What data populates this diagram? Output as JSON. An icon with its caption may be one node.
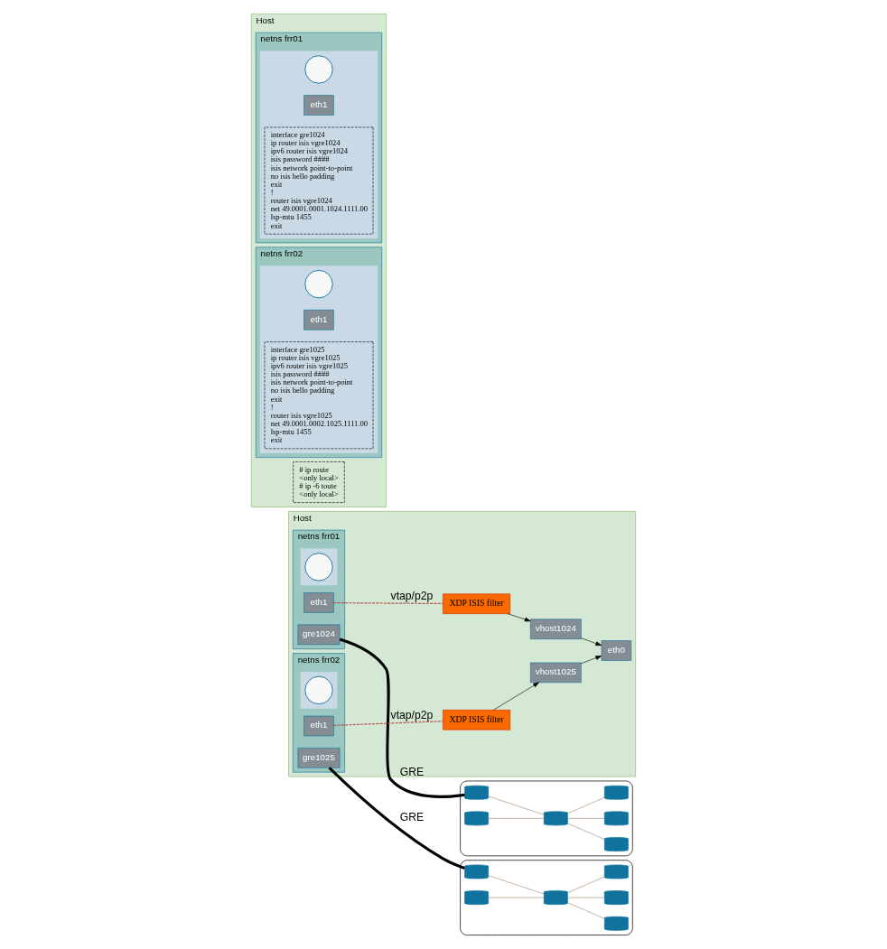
{
  "diagram": {
    "nodes": [
      {
        "text": [
          "Host"
        ]
      },
      {
        "text": [
          "netns frr01"
        ],
        "in": 0
      },
      {
        "text": [],
        "shape": "box",
        "in": 1
      },
      {
        "text": [],
        "shape": "circle",
        "in": 2
      },
      {
        "text": [
          "gre1024"
        ],
        "in": 1
      },
      {
        "text": [
          "eth1"
        ],
        "in": 1
      },
      {
        "text": [
          "XDP ISIS filter"
        ],
        "in": 0
      },
      {
        "text": [
          "vhost1024"
        ],
        "in": 0
      },
      {
        "text": [
          "eth0"
        ],
        "in": 0
      },
      {
        "text": [
          "netns frr02"
        ],
        "in": 0
      },
      {
        "text": [],
        "shape": "box",
        "in": 9
      },
      {
        "text": [],
        "shape": "circle",
        "in": 10
      },
      {
        "text": [
          "gre1025"
        ],
        "in": 9
      },
      {
        "text": [
          "eth1"
        ],
        "in": 9
      },
      {
        "text": [
          "XDP ISIS filter"
        ],
        "in": 0
      },
      {
        "text": [
          "vhost1025"
        ],
        "in": 0
      },
      {
        "text": [],
        "shape": "cloud"
      },
      {
        "text": [],
        "shape": "cylinder",
        "in": 16
      },
      {
        "text": [],
        "shape": "cylinder",
        "in": 16
      },
      {
        "text": [],
        "shape": "cylinder",
        "in": 16
      },
      {
        "text": [],
        "shape": "cylinder",
        "in": 16
      },
      {
        "text": [],
        "shape": "cylinder",
        "in": 16
      },
      {
        "text": [],
        "shape": "cylinder",
        "in": 16
      },
      {
        "text": [],
        "shape": "cloud"
      },
      {
        "text": [],
        "shape": "cylinder",
        "in": 23
      },
      {
        "text": [],
        "shape": "cylinder",
        "in": 23
      },
      {
        "text": [],
        "shape": "cylinder",
        "in": 23
      },
      {
        "text": [],
        "shape": "cylinder",
        "in": 23
      },
      {
        "text": [],
        "shape": "cylinder",
        "in": 23
      },
      {
        "text": [],
        "shape": "cylinder",
        "in": 23
      },
      {
        "text": [
          "Host"
        ]
      },
      {
        "text": [
          "netns frr01"
        ],
        "in": 30
      },
      {
        "text": [],
        "shape": "box",
        "in": 31
      },
      {
        "text": [],
        "shape": "circle",
        "in": 32
      },
      {
        "text": [
          "eth1"
        ],
        "in": 32
      },
      {
        "text": [
          "interface gre1024",
          "ip router isis vgre1024",
          "ipv6 router isis vgre1024",
          "isis password ####",
          "isis network point-to-point",
          "no isis hello padding",
          "exit",
          "!",
          "router isis vgre1024",
          "net 49.0001.0001.1024.1111.00",
          "lsp-mtu 1455",
          "exit"
        ],
        "in": 32
      },
      {
        "text": [
          "netns frr02"
        ],
        "in": 30
      },
      {
        "text": [],
        "shape": "box",
        "in": 36
      },
      {
        "text": [],
        "shape": "circle",
        "in": 37
      },
      {
        "text": [
          "eth1"
        ],
        "in": 37
      },
      {
        "text": [
          "interface gre1025",
          "ip router isis vgre1025",
          "ipv6 router isis vgre1025",
          "isis password ####",
          "isis network point-to-point",
          "no isis hello padding",
          "exit",
          "!",
          "router isis vgre1025",
          "net 49.0001.0002.1025.1111.00",
          "lsp-mtu 1455",
          "exit"
        ],
        "in": 37
      },
      {
        "text": [
          "# ip route",
          "<only local>",
          "# ip -6 toute",
          "<only local>"
        ],
        "in": 30
      }
    ],
    "edges": [
      {
        "from": 4,
        "to": 17,
        "arrow": "none",
        "label": "GRE",
        "style": "thick",
        "color": "#000000"
      },
      {
        "from": 5,
        "to": 6,
        "arrow": "none",
        "label": "vtap/p2p",
        "style": "dashed",
        "color": "#b85450"
      },
      {
        "from": 6,
        "to": 7,
        "arrow": "to",
        "color": "#000000"
      },
      {
        "from": 7,
        "to": 8,
        "arrow": "to",
        "color": "#000000"
      },
      {
        "from": 12,
        "to": 24,
        "arrow": "none",
        "label": "GRE",
        "style": "thick",
        "color": "#000000"
      },
      {
        "from": 13,
        "to": 14,
        "arrow": "none",
        "label": "vtap/p2p",
        "style": "dashed",
        "color": "#b85450"
      },
      {
        "from": 14,
        "to": 15,
        "arrow": "to",
        "color": "#000000"
      },
      {
        "from": 15,
        "to": 8,
        "arrow": "to",
        "color": "#000000"
      },
      {
        "from": 17,
        "to": 19,
        "arrow": "none",
        "color": "#a0806a"
      },
      {
        "from": 18,
        "to": 19,
        "arrow": "none",
        "color": "#a0806a"
      },
      {
        "from": 19,
        "to": 20,
        "arrow": "none",
        "color": "#a0806a"
      },
      {
        "from": 19,
        "to": 21,
        "arrow": "none",
        "color": "#a0806a"
      },
      {
        "from": 19,
        "to": 22,
        "arrow": "none",
        "color": "#a0806a"
      },
      {
        "from": 24,
        "to": 26,
        "arrow": "none",
        "color": "#a0806a"
      },
      {
        "from": 25,
        "to": 26,
        "arrow": "none",
        "color": "#a0806a"
      },
      {
        "from": 26,
        "to": 27,
        "arrow": "none",
        "color": "#a0806a"
      },
      {
        "from": 26,
        "to": 28,
        "arrow": "none",
        "color": "#a0806a"
      },
      {
        "from": 26,
        "to": 29,
        "arrow": "none",
        "color": "#a0806a"
      }
    ]
  }
}
